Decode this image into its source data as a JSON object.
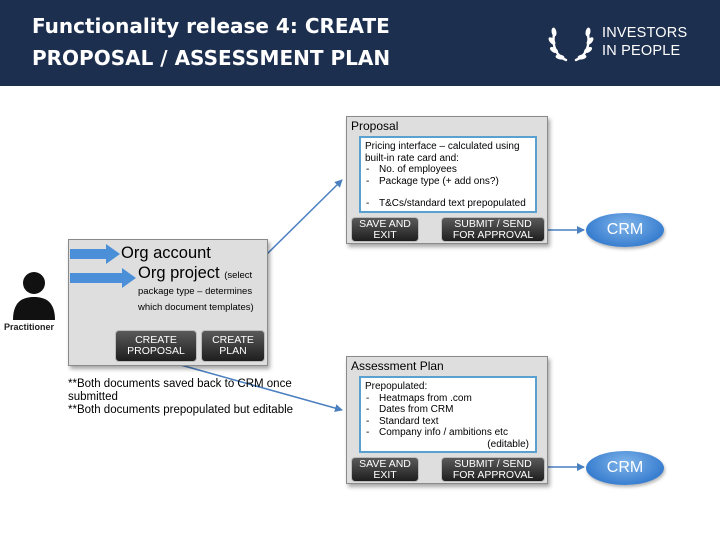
{
  "header": {
    "title_line1": "Functionality release 4: CREATE",
    "title_line2": "PROPOSAL / ASSESSMENT PLAN",
    "logo_line1": "INVESTORS",
    "logo_line2": "IN PEOPLE"
  },
  "actor": {
    "label": "Practitioner",
    "icon": "person-icon"
  },
  "org_box": {
    "account_label": "Org account",
    "project_label": "Org project",
    "project_note": "(select package type – determines which document templates)",
    "create_proposal": [
      "CREATE",
      "PROPOSAL"
    ],
    "create_plan": [
      "CREATE",
      "PLAN"
    ]
  },
  "notes": [
    "**Both documents saved back to CRM once submitted",
    "**Both documents prepopulated but editable"
  ],
  "proposal": {
    "title": "Proposal",
    "intro": "Pricing interface – calculated using built-in rate card and:",
    "items": [
      "No. of employees",
      "Package type (+ add ons?)"
    ],
    "extra": "T&Cs/standard text prepopulated",
    "save_exit": [
      "SAVE AND",
      "EXIT"
    ],
    "submit": [
      "SUBMIT / SEND",
      "FOR APPROVAL"
    ]
  },
  "assessment": {
    "title": "Assessment Plan",
    "intro": "Prepopulated:",
    "items": [
      "Heatmaps from .com",
      "Dates from CRM",
      "Standard text",
      "Company info / ambitions etc"
    ],
    "editable": "(editable)",
    "save_exit": [
      "SAVE AND",
      "EXIT"
    ],
    "submit": [
      "SUBMIT / SEND",
      "FOR APPROVAL"
    ]
  },
  "crm_label": "CRM",
  "colors": {
    "header": "#1d2f4f",
    "connector": "#4a7fc0",
    "frame": "#5aa0d0",
    "crm": "#3a7fd0"
  }
}
